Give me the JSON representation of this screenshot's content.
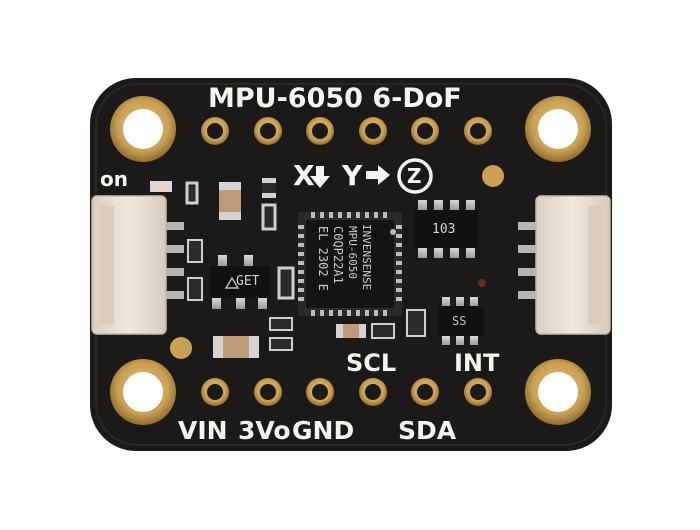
{
  "board": {
    "title": "MPU-6050 6-DoF",
    "on_label": "on",
    "axes": {
      "x": "X",
      "y": "Y",
      "z": "Z"
    },
    "pins_bottom": {
      "vin": "VIN",
      "v3": "3Vo",
      "gnd": "GND",
      "sda": "SDA"
    },
    "pins_upper": {
      "scl": "SCL",
      "int": "INT"
    },
    "chip_lines": [
      "INVENSENSE",
      "MPU-6050",
      "C0QP22A1",
      "EL 2302 E"
    ],
    "regulator_label": "GET",
    "resistor_label": "103",
    "small_ic_label": "SS"
  },
  "colors": {
    "pcb": "#1c1a18",
    "pad_gold": "#c9a054",
    "silkscreen": "#f4f4f0",
    "connector": "#e8ded2"
  }
}
